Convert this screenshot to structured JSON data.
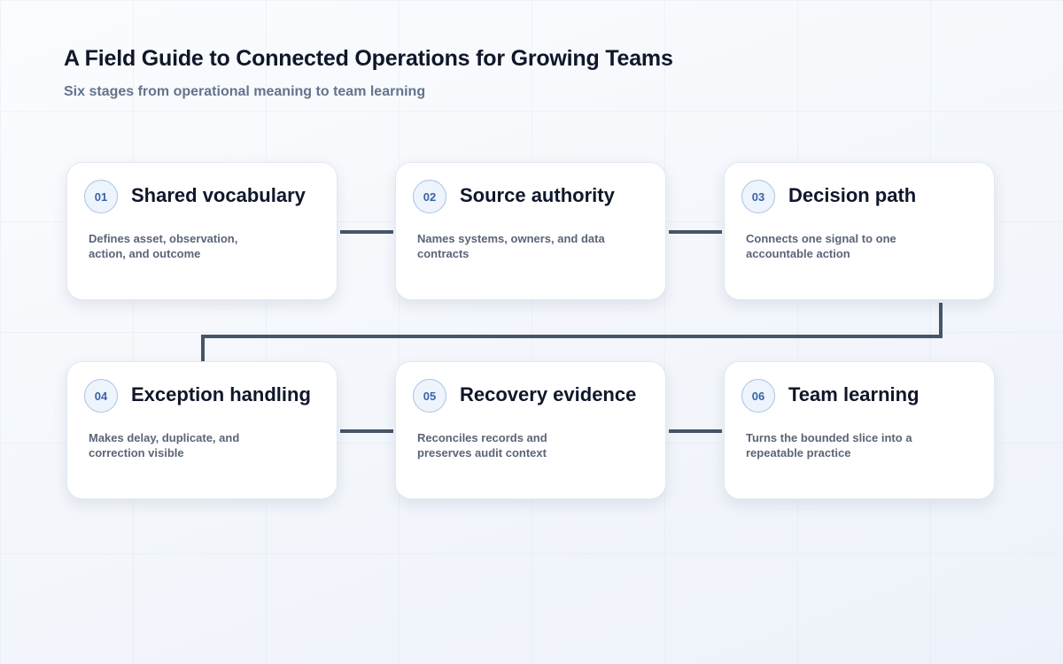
{
  "title": "A Field Guide to Connected Operations for Growing Teams",
  "subtitle": "Six stages from operational meaning to team learning",
  "colors": {
    "connector": "#475569",
    "badge_border": "#a9c2e6",
    "badge_text": "#3b63a8"
  },
  "stages": [
    {
      "number": "01",
      "title": "Shared vocabulary",
      "description": "Defines asset, observation, action, and outcome"
    },
    {
      "number": "02",
      "title": "Source authority",
      "description": "Names systems, owners, and data contracts"
    },
    {
      "number": "03",
      "title": "Decision path",
      "description": "Connects one signal to one accountable action"
    },
    {
      "number": "04",
      "title": "Exception handling",
      "description": "Makes delay, duplicate, and correction visible"
    },
    {
      "number": "05",
      "title": "Recovery evidence",
      "description": "Reconciles records and preserves audit context"
    },
    {
      "number": "06",
      "title": "Team learning",
      "description": "Turns the bounded slice into a repeatable practice"
    }
  ]
}
